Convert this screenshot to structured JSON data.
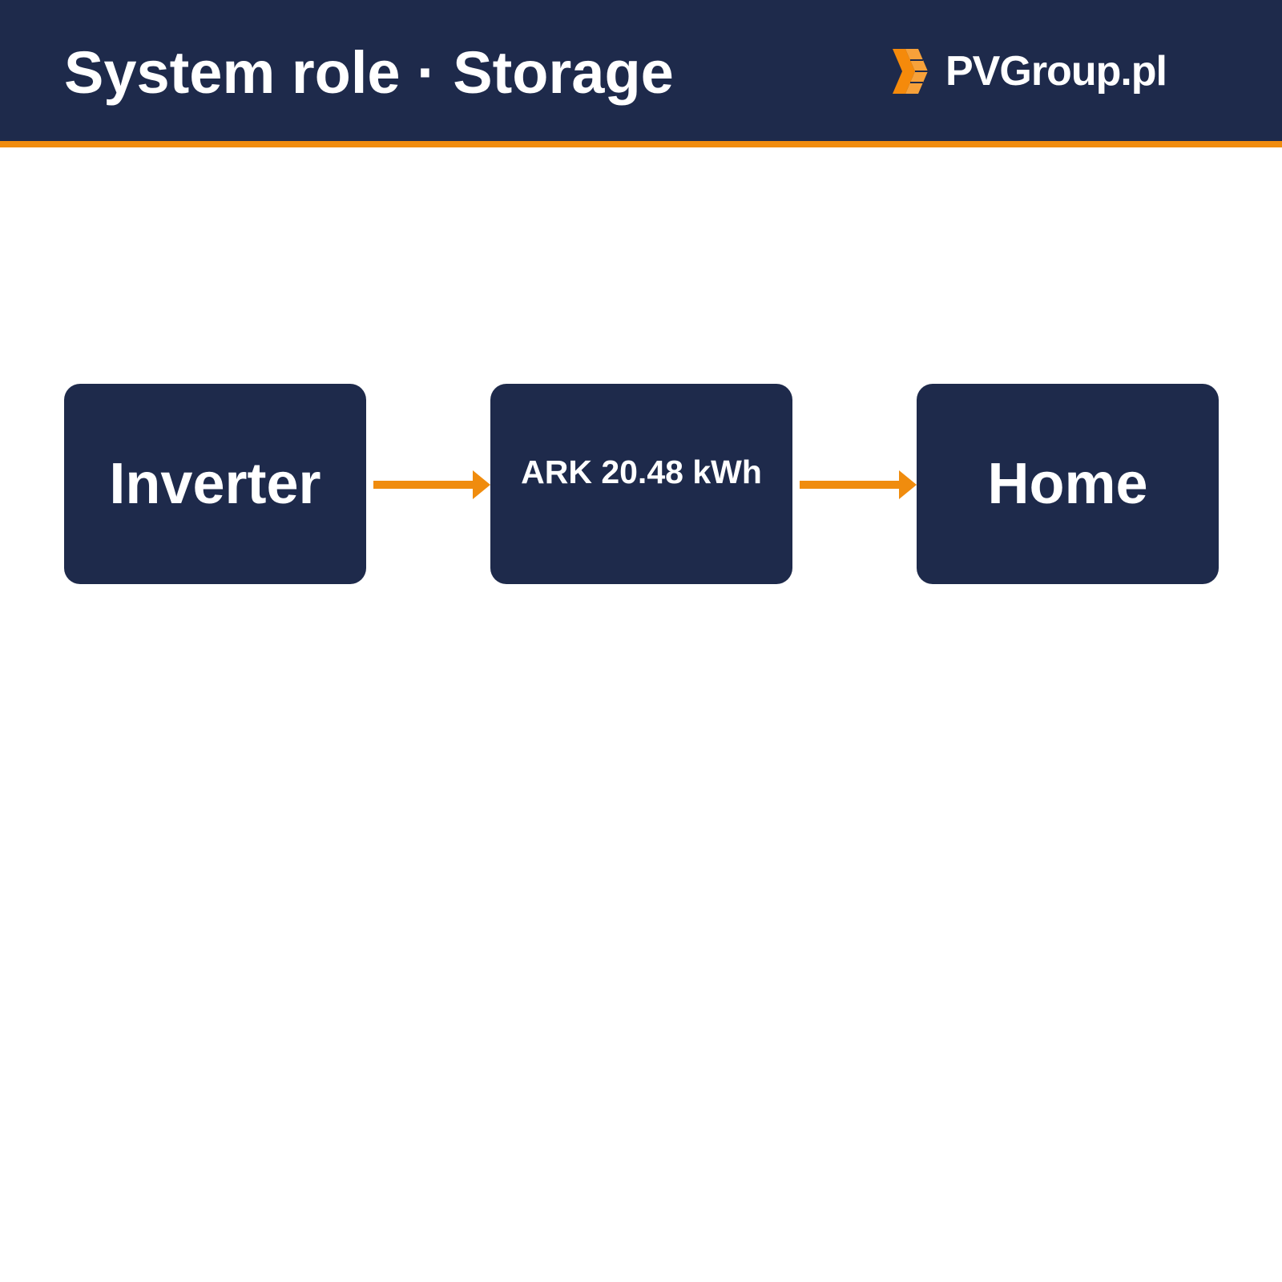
{
  "header": {
    "title": "System role · Storage",
    "brand_name": "PVGroup.pl",
    "brand_icon": "pvgroup-logo-icon"
  },
  "colors": {
    "navy": "#1e2a4b",
    "accent": "#f08c0e",
    "background": "#ffffff",
    "text": "#ffffff"
  },
  "flow": {
    "nodes": [
      {
        "label": "Inverter"
      },
      {
        "label": "ARK 20.48 kWh"
      },
      {
        "label": "Home"
      }
    ],
    "edges": [
      {
        "from": "Inverter",
        "to": "ARK 20.48 kWh"
      },
      {
        "from": "ARK 20.48 kWh",
        "to": "Home"
      }
    ]
  }
}
